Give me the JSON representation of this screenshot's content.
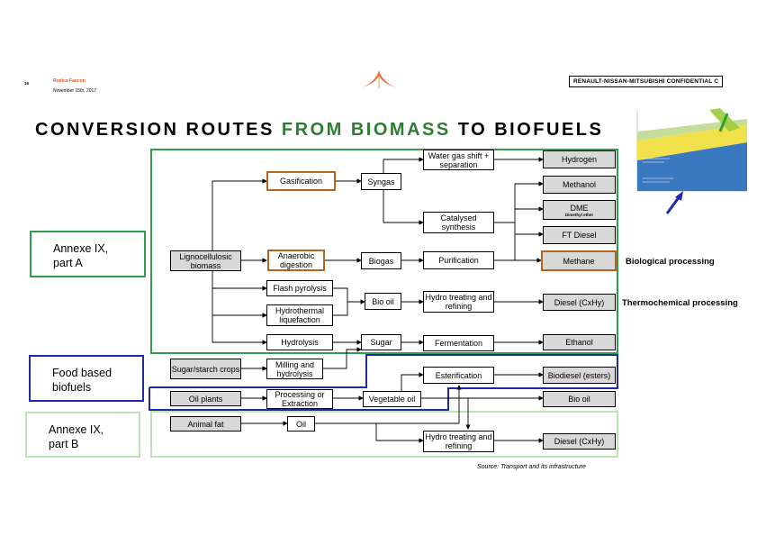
{
  "header": {
    "page_number": "16",
    "author": "Rodica Faucon",
    "date": "November 15th, 2017",
    "confidential": "RENAULT-NISSAN-MITSUBISHI CONFIDENTIAL C"
  },
  "title": {
    "part1": "CONVERSION ROUTES",
    "part2": "FROM BIOMASS",
    "part3": "TO BIOFUELS"
  },
  "categories": {
    "annexe_a": "Annexe IX, part A",
    "food": "Food based biofuels",
    "annexe_b": "Annexe IX, part B"
  },
  "feedstocks": {
    "lignocellulosic": "Lignocellulosic biomass",
    "sugar_starch": "Sugar/starch crops",
    "oil_plants": "Oil plants",
    "animal_fat": "Animal fat"
  },
  "processes": {
    "gasification": "Gasification",
    "syngas": "Syngas",
    "water_gas_shift": "Water gas shift + separation",
    "catalysed_synthesis": "Catalysed synthesis",
    "anaerobic_digestion": "Anaerobic digestion",
    "biogas": "Biogas",
    "purification": "Purification",
    "flash_pyrolysis": "Flash pyrolysis",
    "hydrothermal": "Hydrothermal liquefaction",
    "bio_oil_mid": "Bio oil",
    "hydro_treating_1": "Hydro treating and refining",
    "hydrolysis": "Hydrolysis",
    "sugar": "Sugar",
    "fermentation": "Fermentation",
    "milling": "Milling and hydrolysis",
    "esterification": "Esterification",
    "processing_extraction": "Processing or Extraction",
    "vegetable_oil": "Vegetable oil",
    "oil": "Oil",
    "hydro_treating_2": "Hydro treating and refining"
  },
  "products": {
    "hydrogen": "Hydrogen",
    "methanol": "Methanol",
    "dme": "DME",
    "dme_sub": "Dimethyl ether",
    "ft_diesel": "FT Diesel",
    "methane": "Methane",
    "diesel_cxhy_1": "Diesel (CxHy)",
    "ethanol": "Ethanol",
    "biodiesel": "Biodiesel (esters)",
    "bio_oil": "Bio oil",
    "diesel_cxhy_2": "Diesel (CxHy)"
  },
  "side_labels": {
    "biological": "Biological processing",
    "thermochemical": "Thermochemical  processing"
  },
  "source": "Source: Transport and its infrastructure",
  "colors": {
    "green": "#2e9e4f",
    "blue": "#1f2aa8",
    "light_green": "#b9e6b4",
    "orange": "#b5651d",
    "gray": "#d8d8d8"
  },
  "icons": [
    "renault-logo-icon",
    "inset-chart-thumbnail",
    "arrow-icon"
  ]
}
